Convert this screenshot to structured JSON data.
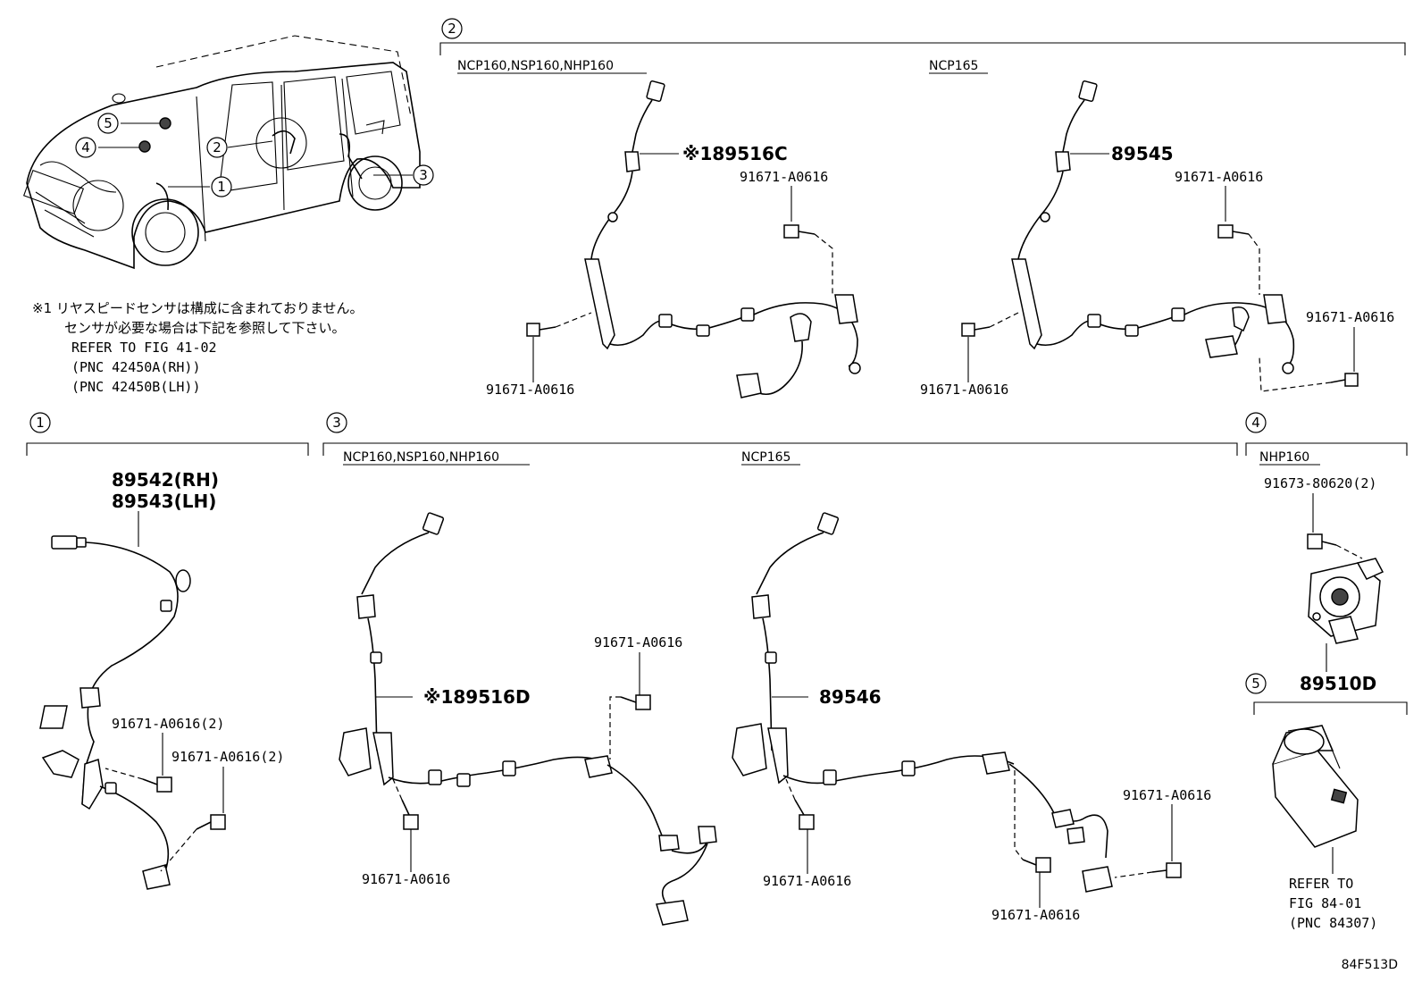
{
  "footer_code": "84F513D",
  "note": {
    "line1": "※1 リヤスピードセンサは構成に含まれておりません。",
    "line2": "センサが必要な場合は下記を参照して下さい。",
    "line3": "REFER TO FIG 41-02",
    "line4": "(PNC 42450A(RH))",
    "line5": "(PNC 42450B(LH))"
  },
  "car_callouts": [
    "1",
    "2",
    "3",
    "4",
    "5"
  ],
  "sections": {
    "s1": {
      "number": "1",
      "part_rh": "89542(RH)",
      "part_lh": "89543(LH)",
      "bolt_a": "91671-A0616(2)",
      "bolt_b": "91671-A0616(2)"
    },
    "s2": {
      "number": "2",
      "variant_a": "NCP160,NSP160,NHP160",
      "variant_b": "NCP165",
      "a_part": "※189516C",
      "a_bolt_top": "91671-A0616",
      "a_bolt_left": "91671-A0616",
      "b_part": "89545",
      "b_bolt_top": "91671-A0616",
      "b_bolt_right": "91671-A0616",
      "b_bolt_left": "91671-A0616"
    },
    "s3": {
      "number": "3",
      "variant_a": "NCP160,NSP160,NHP160",
      "variant_b": "NCP165",
      "a_part": "※189516D",
      "a_bolt_top": "91671-A0616",
      "a_bolt_bottom": "91671-A0616",
      "b_part": "89546",
      "b_bolt_bottom": "91671-A0616",
      "b_bolt_mid": "91671-A0616",
      "b_bolt_right": "91671-A0616"
    },
    "s4": {
      "number": "4",
      "variant": "NHP160",
      "bolt": "91673-80620(2)",
      "part": "89510D"
    },
    "s5": {
      "number": "5",
      "ref1": "REFER TO",
      "ref2": "FIG 84-01",
      "ref3": "(PNC 84307)"
    }
  }
}
